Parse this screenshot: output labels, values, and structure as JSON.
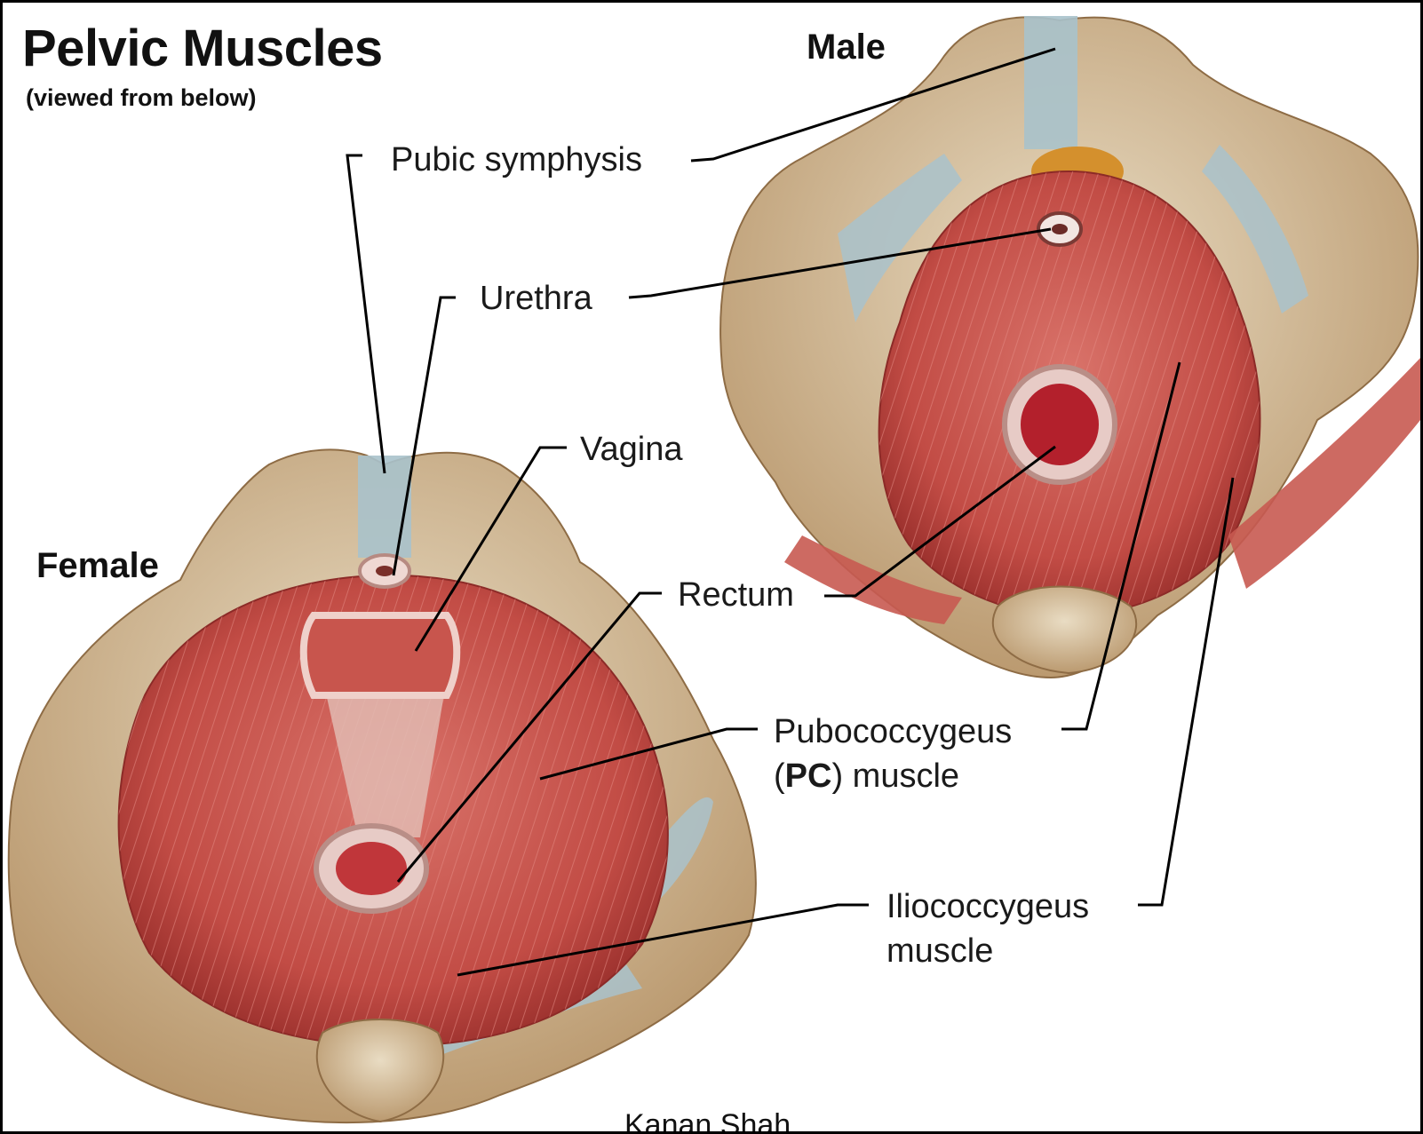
{
  "title": "Pelvic Muscles",
  "subtitle": "(viewed from below)",
  "views": {
    "male": "Male",
    "female": "Female"
  },
  "labels": {
    "pubic_symphysis": "Pubic symphysis",
    "urethra": "Urethra",
    "vagina": "Vagina",
    "rectum": "Rectum",
    "pc_line1": "Pubococcygeus",
    "pc_open": "(",
    "pc_abbr": "PC",
    "pc_rest": ") muscle",
    "ilio_line1": "Iliococcygeus",
    "ilio_line2": "muscle"
  },
  "credit": "Kanan Shah",
  "colors": {
    "muscle": "#c7524a",
    "muscle_dark": "#9c2f2c",
    "bone": "#cdb08a",
    "ligament": "#aac3cc",
    "leader": "#000000"
  }
}
